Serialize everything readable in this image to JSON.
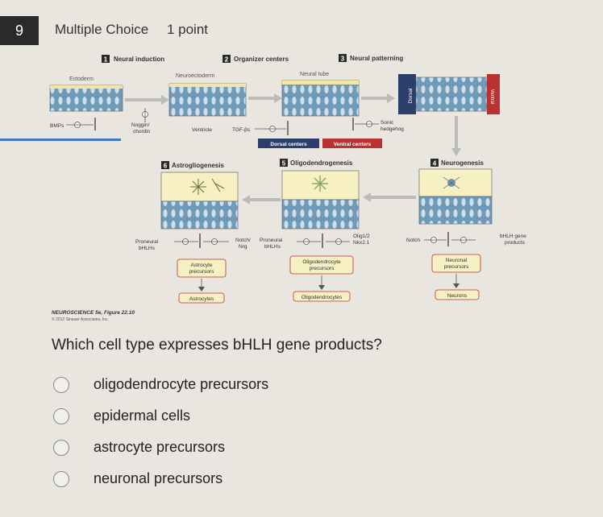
{
  "question_number": "9",
  "question_type": "Multiple Choice",
  "points": "1 point",
  "figure": {
    "step1": "Neural induction",
    "step2": "Organizer centers",
    "step3": "Neural patterning",
    "step4": "Neurogenesis",
    "step5": "Oligodendrogenesis",
    "step6": "Astrogliogenesis",
    "ectoderm": "Ectoderm",
    "neuroectoderm": "Neuroectoderm",
    "neural_tube": "Neural tube",
    "bmps": "BMPs",
    "noggin": "Noggin/",
    "chordin": "chordin",
    "ventricle": "Ventricle",
    "tgf": "TGF-βs",
    "sonic": "Sonic",
    "hedgehog": "hedgehog",
    "dorsal_centers": "Dorsal centers",
    "ventral_centers": "Ventral centers",
    "dorsal": "Dorsal",
    "ventral": "Ventral",
    "notch": "Notch",
    "bhlh_gene": "bHLH gene",
    "products": "products",
    "neuronal_precursors_1": "Neuronal",
    "neuronal_precursors_2": "precursors",
    "neurons": "Neurons",
    "notch_nrg_1": "Notch/",
    "notch_nrg_2": "Nrg",
    "proneural_1": "Proneural",
    "proneural_2": "bHLHs",
    "olig_1": "Olig1/2",
    "olig_2": "Nkx2.1",
    "oligo_precursors_1": "Oligodendrocyte",
    "oligo_precursors_2": "precursors",
    "oligodendrocytes": "Oligodendrocytes",
    "astro_precursors_1": "Astrocyte",
    "astro_precursors_2": "precursors",
    "astrocytes": "Astrocytes",
    "credit_1": "NEUROSCIENCE 5e, Figure 22.10",
    "credit_2": "© 2012 Sinauer Associates, Inc."
  },
  "question": "Which cell type expresses bHLH gene products?",
  "options": [
    "oligodendrocyte precursors",
    "epidermal cells",
    "astrocyte precursors",
    "neuronal precursors"
  ],
  "colors": {
    "navy": "#2c3e6b",
    "red": "#b83232",
    "tissue_blue": "#6f9bb8",
    "tissue_yellow": "#f1e6a6",
    "box_yellow": "#f6f0c2"
  }
}
